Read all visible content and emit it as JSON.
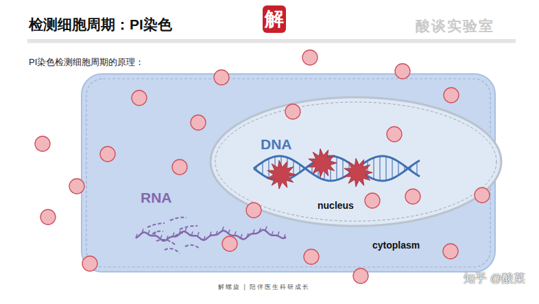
{
  "diagram": {
    "title": "检测细胞周期：PI染色",
    "nodes": [
      {
        "text": [
          "RNA",
          "cytoplasm"
        ]
      },
      {
        "text": [
          "DNA",
          "nucleus"
        ],
        "in": 0
      }
    ],
    "labels": [
      "解",
      "酸谈实验室",
      "PI染色检测细胞周期的原理：",
      "解螺旋 | 陪伴医生科研成长",
      "知乎 @酸菜"
    ]
  }
}
